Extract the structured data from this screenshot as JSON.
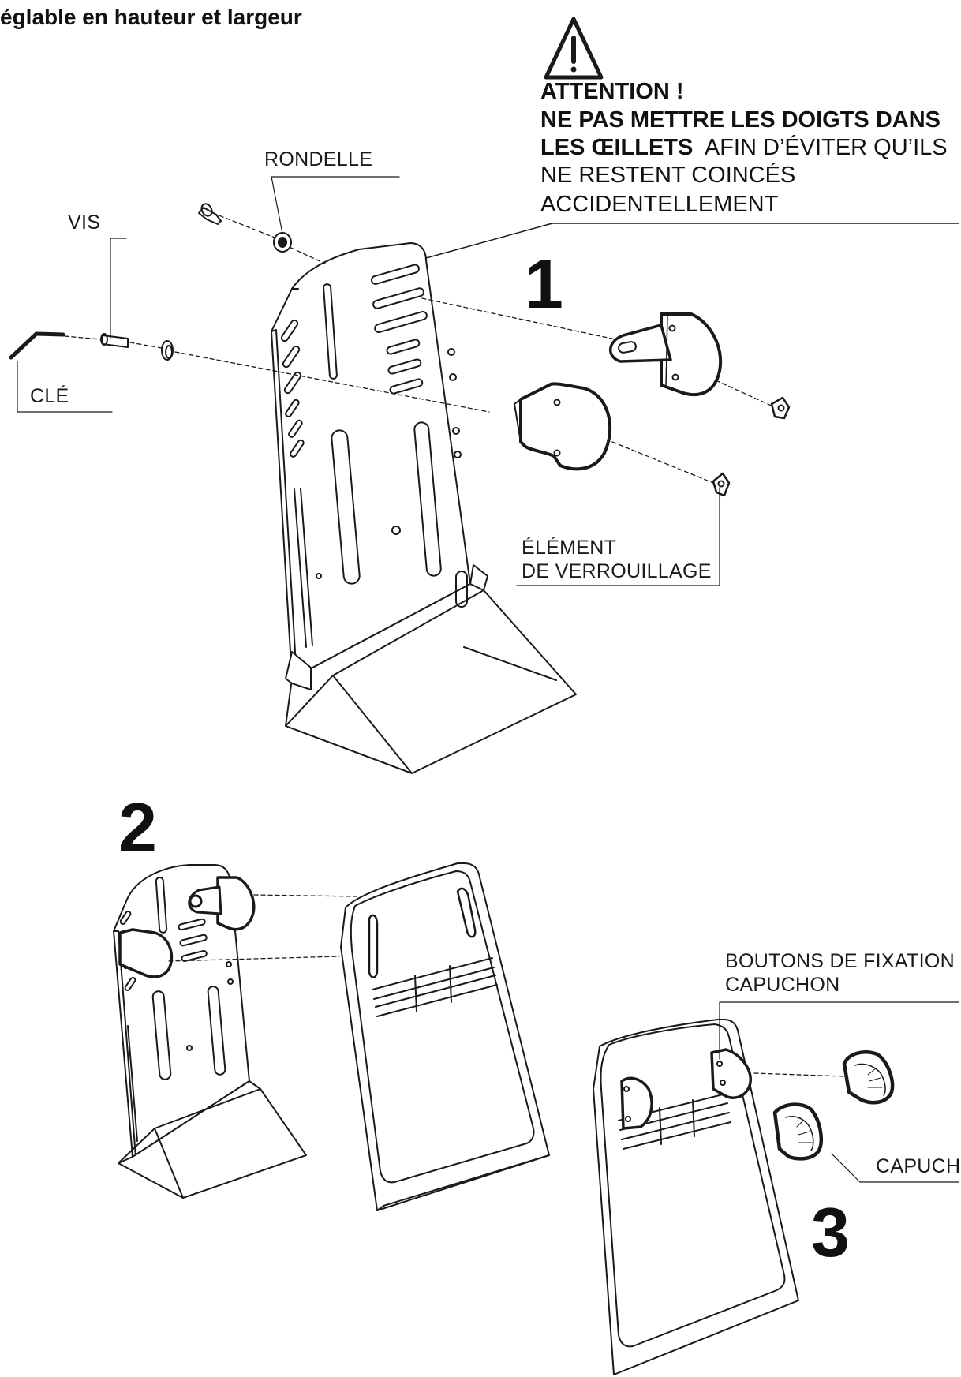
{
  "title": "églable en hauteur et largeur",
  "warning": {
    "heading": "ATTENTION !",
    "line1": "NE PAS METTRE LES DOIGTS DANS",
    "line2_bold": "LES ŒILLETS",
    "line2_rest": "AFIN D’ÉVITER QU’ILS",
    "line3": "NE RESTENT COINCÉS",
    "line4": "ACCIDENTELLEMENT"
  },
  "labels": {
    "rondelle": "RONDELLE",
    "vis": "VIS",
    "cle": "CLÉ",
    "element_line1": "ÉLÉMENT",
    "element_line2": "DE VERROUILLAGE",
    "boutons_line1": "BOUTONS DE FIXATION",
    "boutons_line2": "CAPUCHON",
    "capuchon": "CAPUCH"
  },
  "steps": [
    "1",
    "2",
    "3"
  ],
  "colors": {
    "ink": "#1a1a1a",
    "line": "#333333",
    "paper": "#ffffff"
  }
}
